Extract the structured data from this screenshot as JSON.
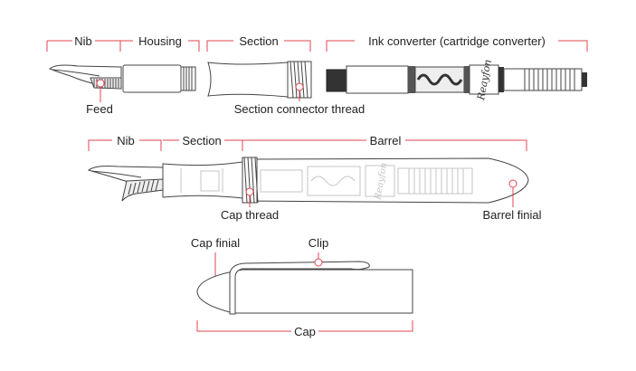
{
  "labels": {
    "nib_top": "Nib",
    "housing": "Housing",
    "section_top": "Section",
    "ink_converter": "Ink converter (cartridge converter)",
    "feed": "Feed",
    "section_connector_thread": "Section connector thread",
    "nib_mid": "Nib",
    "section_mid": "Section",
    "barrel": "Barrel",
    "cap_thread": "Cap thread",
    "barrel_finial": "Barrel finial",
    "cap_finial": "Cap finial",
    "clip": "Clip",
    "cap": "Cap"
  },
  "brand_marks": {
    "converter_logo": "Reayfon",
    "barrel_logo": "Reayfon"
  },
  "colors": {
    "accent": "#e0454f",
    "outline": "#444444",
    "text": "#222222"
  }
}
